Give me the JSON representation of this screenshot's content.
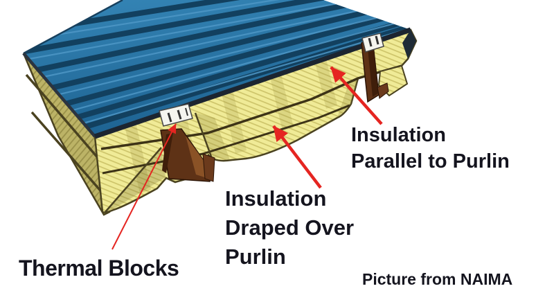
{
  "figure": {
    "title": "Metal building roof insulation diagram",
    "annotations": {
      "insulation_parallel": {
        "line1": "Insulation",
        "line2": "Parallel to Purlin"
      },
      "insulation_draped": {
        "line1": "Insulation",
        "line2": "Draped Over",
        "line3": "Purlin"
      },
      "thermal_blocks": {
        "text": "Thermal Blocks"
      },
      "credit": {
        "text": "Picture from NAIMA"
      }
    },
    "colors": {
      "background": "#FFFFFF",
      "roof_blue": "#2A74A6",
      "roof_rib_dark": "#12405F",
      "roof_highlight": "#4E97C6",
      "insulation_yellow": "#F0EB97",
      "insulation_hatch": "#CDC46A",
      "insulation_end_olive": "#BCB366",
      "seam_dark": "#4A4220",
      "purlin_brown": "#5E3216",
      "thermal_block_white": "#F5F5EF",
      "arrow_red": "#E52521",
      "label_text": "#14141E"
    }
  }
}
